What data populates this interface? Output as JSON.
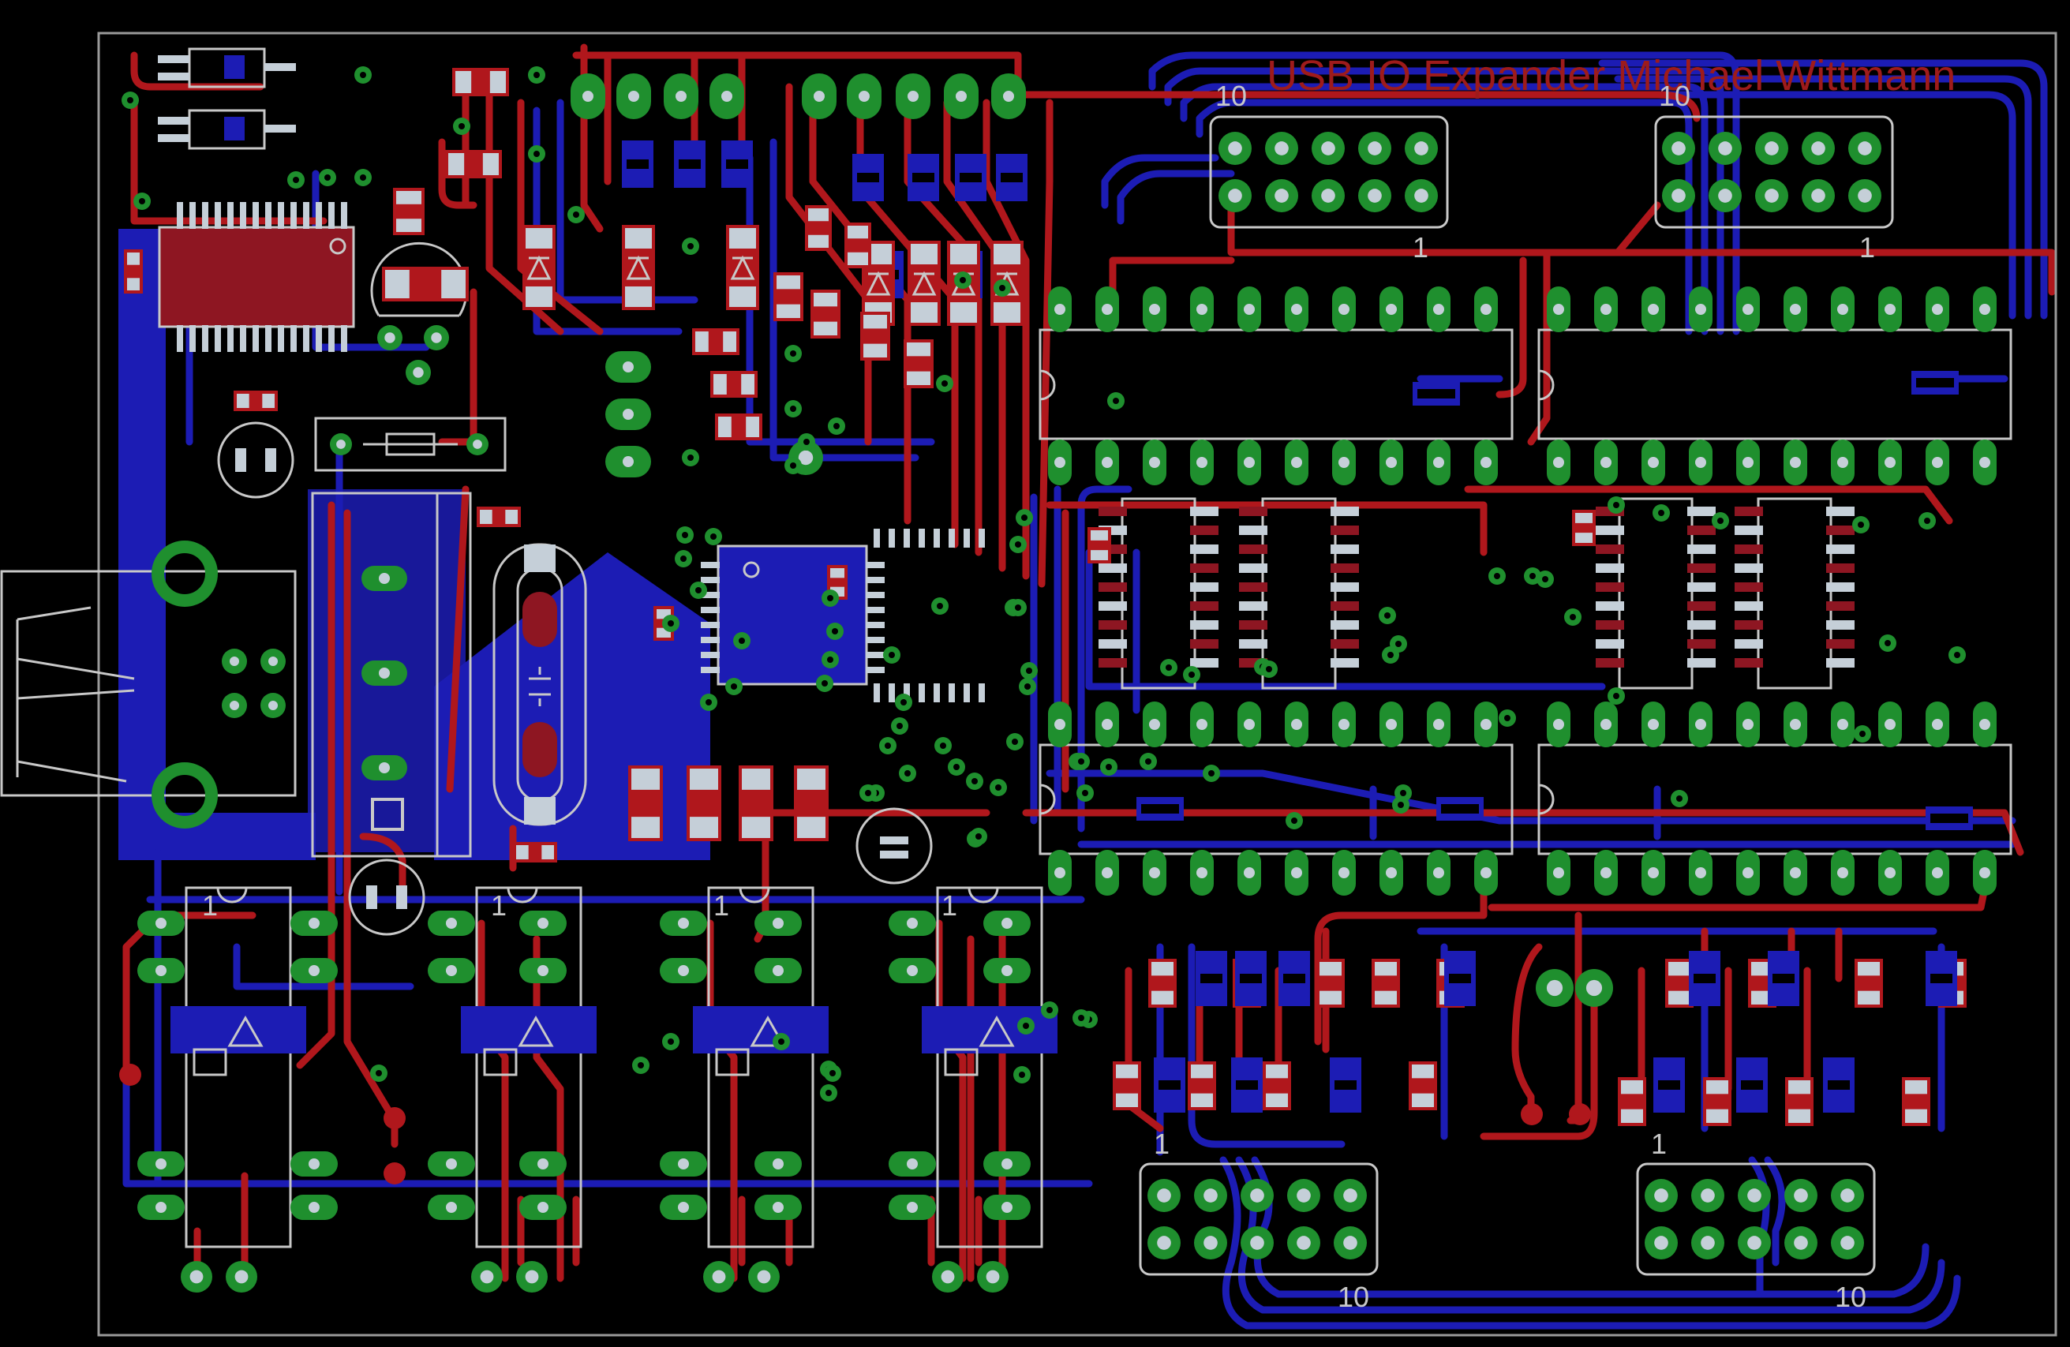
{
  "board": {
    "title": "USB IO Expander  Michael Wittmann",
    "colors": {
      "background": "#000000",
      "top_copper": "#b0171c",
      "bottom_copper": "#1c1cb4",
      "pad": "#1f8f2e",
      "smd_pad": "#c5cfd8",
      "silkscreen": "#c8c8c8",
      "outline": "#9a9a9a"
    }
  },
  "connectors": {
    "top_left_pin_high": "10",
    "top_left_pin_low": "1",
    "top_right_pin_high": "10",
    "top_right_pin_low": "1",
    "bottom_left_pin_low": "1",
    "bottom_left_pin_high": "10",
    "bottom_right_pin_low": "1",
    "bottom_right_pin_high": "10"
  },
  "relays": {
    "pin1_marks": [
      "1",
      "1",
      "1",
      "1"
    ]
  },
  "icons": {
    "usb_connector": "usb-b-connector-icon",
    "relay": "relay-icon",
    "crystal": "crystal-icon",
    "capacitor": "electrolytic-capacitor-icon",
    "diode": "diode-icon",
    "ic": "ic-chip-icon"
  }
}
